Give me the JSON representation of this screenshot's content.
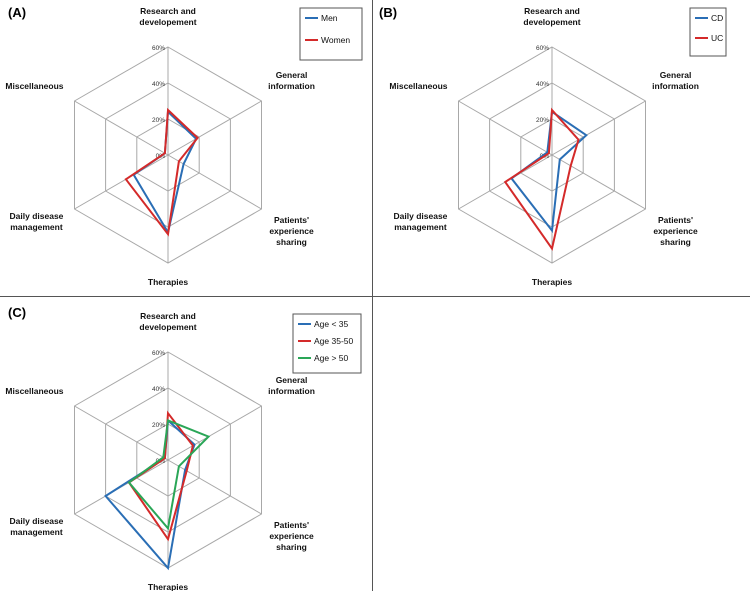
{
  "colors": {
    "blue": "#2a6eb5",
    "red": "#d42a2a",
    "green": "#2aa657",
    "grid": "#a8a8a8",
    "divider": "#555555"
  },
  "chart_data": [
    {
      "panel": "(A)",
      "type": "radar",
      "axes": [
        "Research and\ndevelopement",
        "General\ninformation",
        "Patients'\nexperience\nsharing",
        "Therapies",
        "Daily disease\nmanagement",
        "Miscellaneous"
      ],
      "tick_labels": [
        "0%",
        "20%",
        "40%",
        "60%"
      ],
      "rlim": [
        0,
        60
      ],
      "series": [
        {
          "name": "Men",
          "color": "#2a6eb5",
          "values": [
            24,
            18,
            10,
            43,
            22,
            2
          ]
        },
        {
          "name": "Women",
          "color": "#d42a2a",
          "values": [
            25,
            19,
            7,
            44,
            27,
            2
          ]
        }
      ],
      "legend": "top-right"
    },
    {
      "panel": "(B)",
      "type": "radar",
      "axes": [
        "Research and\ndevelopement",
        "General\ninformation",
        "Patients'\nexperience\nsharing",
        "Therapies",
        "Daily disease\nmanagement",
        "Miscellaneous"
      ],
      "tick_labels": [
        "0%",
        "20%",
        "40%",
        "60%"
      ],
      "rlim": [
        0,
        60
      ],
      "series": [
        {
          "name": "CD",
          "color": "#2a6eb5",
          "values": [
            24,
            22,
            5,
            42,
            26,
            3
          ]
        },
        {
          "name": "UC",
          "color": "#d42a2a",
          "values": [
            25,
            17,
            12,
            52,
            30,
            2
          ]
        }
      ],
      "legend": "top-right"
    },
    {
      "panel": "(C)",
      "type": "radar",
      "axes": [
        "Research and\ndevelopement",
        "General\ninformation",
        "Patients'\nexperience\nsharing",
        "Therapies",
        "Daily disease\nmanagement",
        "Miscellaneous"
      ],
      "tick_labels": [
        "0%",
        "20%",
        "40%",
        "60%"
      ],
      "rlim": [
        0,
        60
      ],
      "series": [
        {
          "name": "Age < 35",
          "color": "#2a6eb5",
          "values": [
            22,
            17,
            11,
            60,
            40,
            2
          ]
        },
        {
          "name": "Age 35-50",
          "color": "#d42a2a",
          "values": [
            26,
            16,
            12,
            44,
            25,
            2
          ]
        },
        {
          "name": "Age > 50",
          "color": "#2aa657",
          "values": [
            22,
            26,
            7,
            38,
            25,
            3
          ]
        }
      ],
      "legend": "top-right"
    }
  ]
}
